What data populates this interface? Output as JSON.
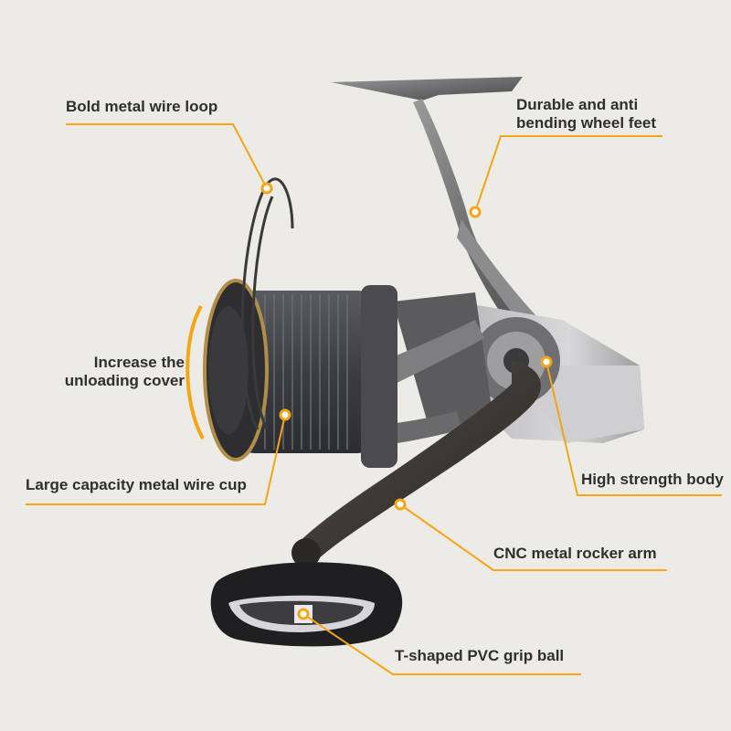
{
  "accent_color": "#f3a616",
  "background_color": "#ecebe6",
  "callouts": {
    "wire_loop": {
      "text": "Bold metal wire loop"
    },
    "wheel_feet": {
      "line1": "Durable and anti",
      "line2": "bending wheel feet"
    },
    "unloading_cover": {
      "line1": "Increase the",
      "line2": "unloading cover"
    },
    "wire_cup": {
      "text": "Large capacity metal wire cup"
    },
    "body": {
      "text": "High strength body"
    },
    "rocker_arm": {
      "text": "CNC metal rocker arm"
    },
    "grip_ball": {
      "text": "T-shaped PVC grip ball"
    }
  }
}
